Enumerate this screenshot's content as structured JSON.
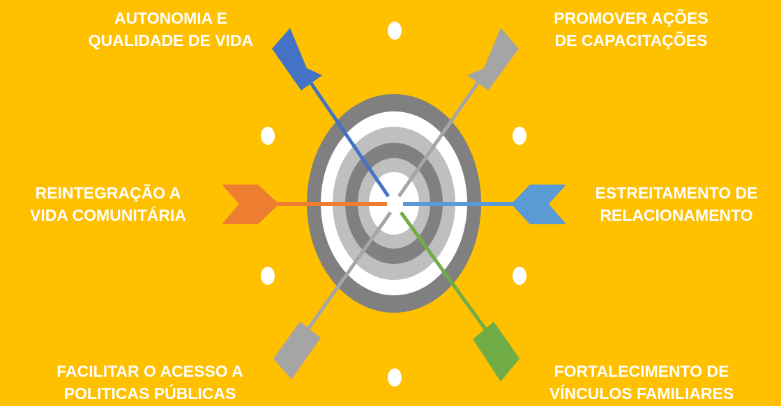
{
  "labels": {
    "top_left": [
      "AUTONOMIA E",
      "QUALIDADE DE VIDA"
    ],
    "top_right": [
      "PROMOVER AÇÕES",
      "DE CAPACITAÇÕES"
    ],
    "middle_left": [
      "REINTEGRAÇÃO A",
      "VIDA COMUNITÁRIA"
    ],
    "middle_right": [
      "ESTREITAMENTO DE",
      "RELACIONAMENTO"
    ],
    "bottom_left": [
      "FACILITAR O ACESSO A",
      "POLITICAS PÚBLICAS"
    ],
    "bottom_right": [
      "FORTALECIMENTO DE",
      "VÍNCULOS FAMILIARES"
    ]
  },
  "colors": {
    "background": "#FFC000",
    "text": "#FFFFFF",
    "ring_dark": "#808080",
    "ring_light": "#BFBFBF",
    "ring_white": "#FFFFFF",
    "arrow_blue_dark": "#4472C4",
    "arrow_gray": "#A5A5A5",
    "arrow_orange": "#ED7D31",
    "arrow_blue_light": "#5B9BD5",
    "arrow_green": "#70AD47",
    "dots": "#FFFFFF"
  },
  "icons": {
    "target": "target-icon",
    "arrows": [
      "dart-arrow-icon"
    ],
    "dots": "dot-icon"
  }
}
